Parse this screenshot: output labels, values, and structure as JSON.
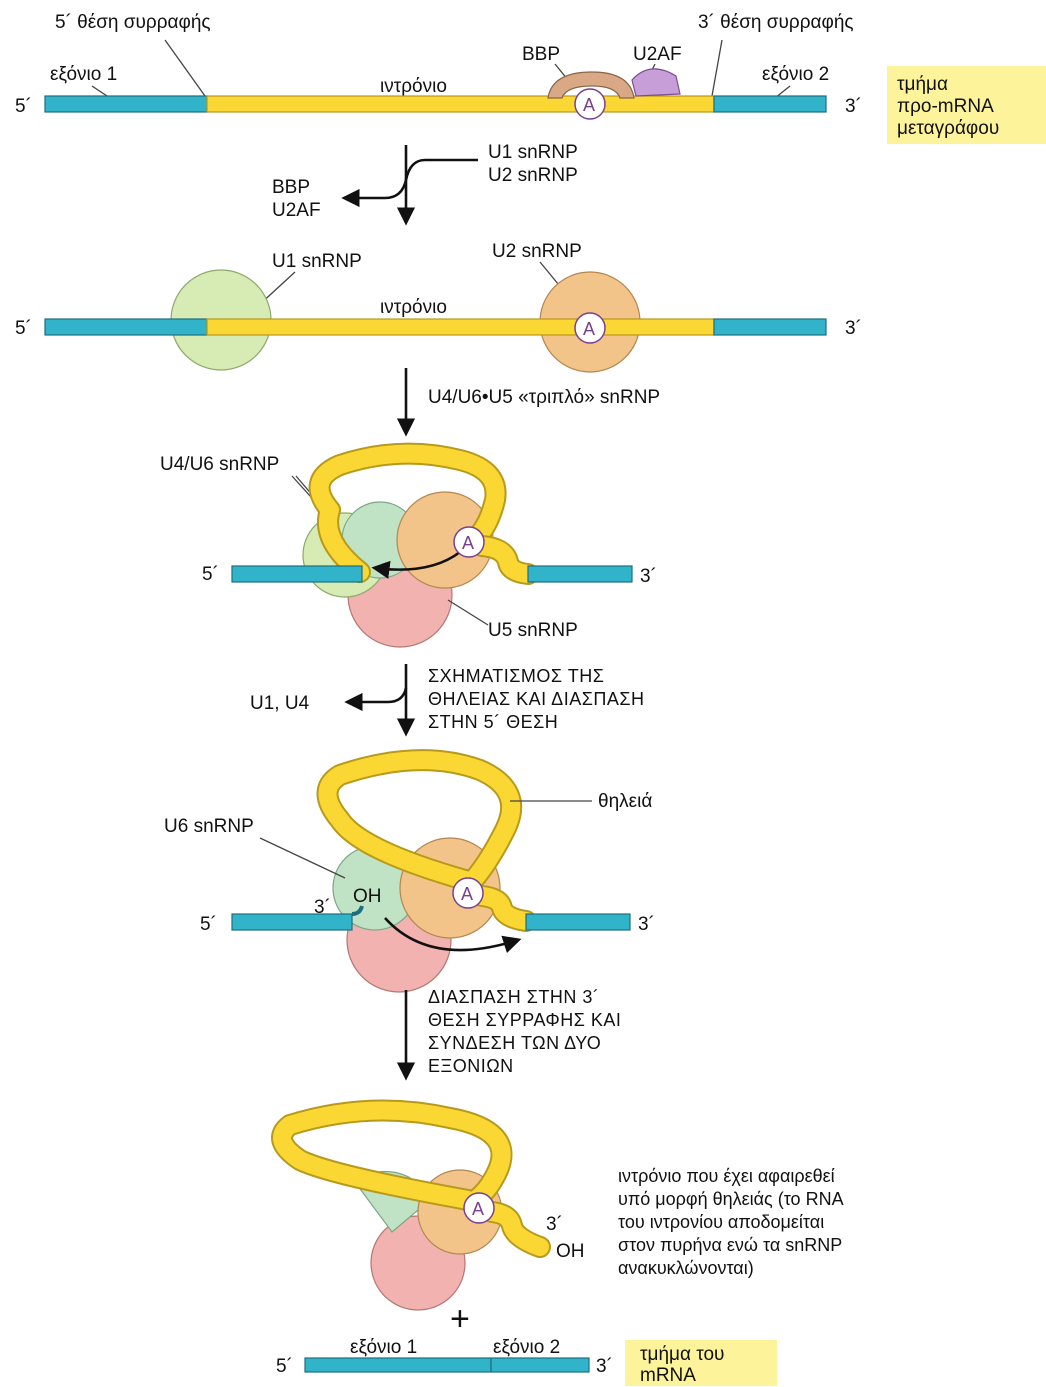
{
  "stage1": {
    "site5": "5´ θέση συρραφής",
    "site3": "3´ θέση συρραφής",
    "exon1": "εξόνιο 1",
    "exon2": "εξόνιο 2",
    "intron": "ιντρόνιο",
    "bbp": "BBP",
    "u2af": "U2AF",
    "a": "A",
    "end5": "5´",
    "end3": "3´",
    "note": [
      "τμήμα",
      "προ-mRNA",
      "μεταγράφου"
    ]
  },
  "step1": {
    "in": [
      "U1 snRNP",
      "U2 snRNP"
    ],
    "out": [
      "BBP",
      "U2AF"
    ]
  },
  "stage2": {
    "u1": "U1 snRNP",
    "u2": "U2 snRNP",
    "intron": "ιντρόνιο",
    "a": "A",
    "end5": "5´",
    "end3": "3´"
  },
  "step2": {
    "label": "U4/U6•U5 «τριπλό» snRNP"
  },
  "stage3": {
    "u4u6": "U4/U6 snRNP",
    "u5": "U5 snRNP",
    "a": "A",
    "end5": "5´",
    "end3": "3´"
  },
  "step3": {
    "lines": [
      "ΣΧΗΜΑΤΙΣΜΟΣ ΤΗΣ",
      "ΘΗΛΕΙΑΣ ΚΑΙ ΔΙΑΣΠΑΣΗ",
      "ΣΤΗΝ 5´ ΘΕΣΗ"
    ],
    "out": "U1, U4"
  },
  "stage4": {
    "lariat": "θηλειά",
    "u6": "U6 snRNP",
    "oh": "OH",
    "a": "A",
    "end5": "5´",
    "end3": "3´",
    "mid3": "3´"
  },
  "step4": {
    "lines": [
      "ΔΙΑΣΠΑΣΗ ΣΤΗΝ 3´",
      "ΘΕΣΗ ΣΥΡΡΑΦΗΣ ΚΑΙ",
      "ΣΥΝΔΕΣΗ ΤΩΝ ΔΥΟ",
      "ΕΞΟΝΙΩΝ"
    ]
  },
  "stage5": {
    "a": "A",
    "end3": "3´",
    "oh": "OH",
    "desc": [
      "ιντρόνιο που έχει αφαιρεθεί",
      "υπό μορφή θηλειάς (το RNA",
      "του ιντρονίου αποδομείται",
      "στον πυρήνα ενώ τα snRNP",
      "ανακυκλώνονται)"
    ],
    "plus": "+"
  },
  "stage6": {
    "exon1": "εξόνιο 1",
    "exon2": "εξόνιο 2",
    "end5": "5´",
    "end3": "3´",
    "note": [
      "τμήμα του",
      "mRNA"
    ]
  }
}
